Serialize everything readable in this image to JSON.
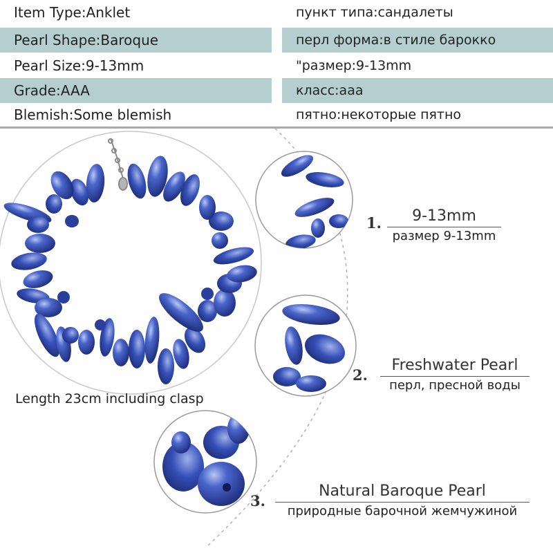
{
  "specs": [
    {
      "label_en": "Item Type:Anklet",
      "label_ru": "пункт типа:сандалеты",
      "shaded": false
    },
    {
      "label_en": "Pearl Shape:Baroque",
      "label_ru": "перл форма:в стиле барокко",
      "shaded": true
    },
    {
      "label_en": "Pearl Size:9-13mm",
      "label_ru": "\"размер:9-13mm",
      "shaded": false
    },
    {
      "label_en": "Grade:AAA",
      "label_ru": "класс:aaa",
      "shaded": true
    },
    {
      "label_en": "Blemish:Some blemish",
      "label_ru": "пятно:некоторые пятно",
      "shaded": false
    }
  ],
  "product": {
    "length_caption": "Length 23cm including clasp"
  },
  "callouts": [
    {
      "number": "1.",
      "title": "9-13mm",
      "subtitle": "размер 9-13mm"
    },
    {
      "number": "2.",
      "title": "Freshwater Pearl",
      "subtitle": "перл, пресной воды"
    },
    {
      "number": "3.",
      "title": "Natural Baroque Pearl",
      "subtitle": "природные барочной жемчужиной"
    }
  ],
  "colors": {
    "table_shade": "#b5cfd0",
    "pearl_blue": "#2f4fb8",
    "pearl_dark": "#1f2f86",
    "pearl_highlight": "#8fa2e0"
  }
}
